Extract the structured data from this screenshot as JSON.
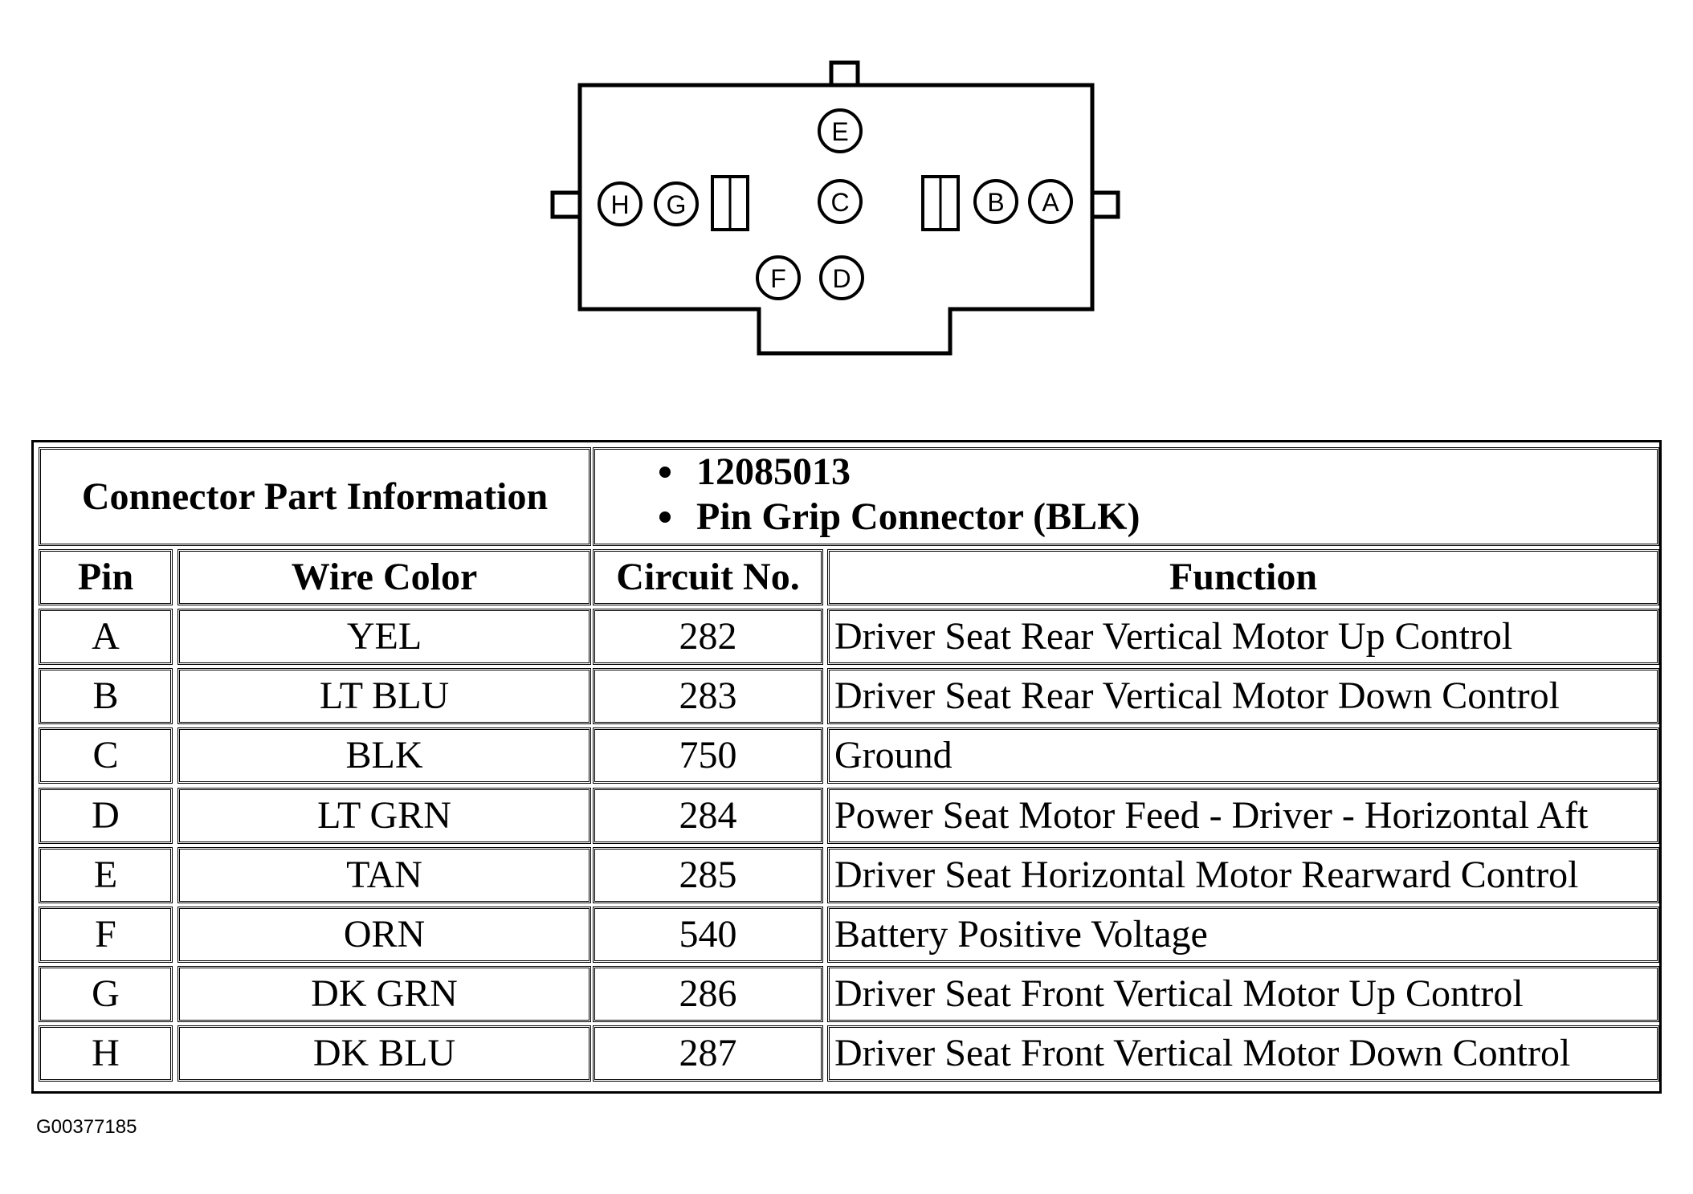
{
  "connector": {
    "pins": [
      "E",
      "H",
      "G",
      "C",
      "B",
      "A",
      "F",
      "D"
    ]
  },
  "table": {
    "part_info_label": "Connector Part Information",
    "part_info": [
      "12085013",
      "Pin Grip Connector (BLK)"
    ],
    "headers": [
      "Pin",
      "Wire Color",
      "Circuit No.",
      "Function"
    ],
    "rows": [
      {
        "pin": "A",
        "wire_color": "YEL",
        "circuit": "282",
        "function": "Driver Seat Rear Vertical Motor Up Control"
      },
      {
        "pin": "B",
        "wire_color": "LT BLU",
        "circuit": "283",
        "function": "Driver Seat Rear Vertical Motor Down Control"
      },
      {
        "pin": "C",
        "wire_color": "BLK",
        "circuit": "750",
        "function": "Ground"
      },
      {
        "pin": "D",
        "wire_color": "LT GRN",
        "circuit": "284",
        "function": "Power Seat Motor Feed - Driver - Horizontal Aft"
      },
      {
        "pin": "E",
        "wire_color": "TAN",
        "circuit": "285",
        "function": "Driver Seat Horizontal Motor Rearward Control"
      },
      {
        "pin": "F",
        "wire_color": "ORN",
        "circuit": "540",
        "function": "Battery Positive Voltage"
      },
      {
        "pin": "G",
        "wire_color": "DK GRN",
        "circuit": "286",
        "function": "Driver Seat Front Vertical Motor Up Control"
      },
      {
        "pin": "H",
        "wire_color": "DK BLU",
        "circuit": "287",
        "function": "Driver Seat Front Vertical Motor Down Control"
      }
    ]
  },
  "figure_id": "G00377185"
}
